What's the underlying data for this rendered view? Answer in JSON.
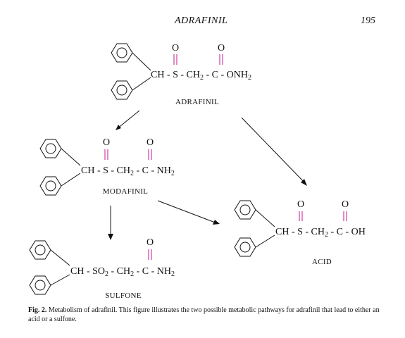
{
  "header": {
    "title": "ADRAFINIL",
    "page_number": "195"
  },
  "structures": {
    "adrafinil": {
      "formula": "CH - S - CH",
      "sub": "2",
      "rest": " - C - ONH",
      "sub2": "2",
      "o1": "O",
      "o2": "O",
      "name": "ADRAFINIL"
    },
    "modafinil": {
      "formula": "CH - S - CH",
      "sub": "2",
      "rest": " - C - NH",
      "sub2": "2",
      "o1": "O",
      "o2": "O",
      "name": "MODAFINIL"
    },
    "acid": {
      "formula": "CH - S - CH",
      "sub": "2",
      "rest": " - C - OH",
      "o1": "O",
      "o2": "O",
      "name": "ACID"
    },
    "sulfone": {
      "pre": "CH - SO",
      "sub1": "2",
      "mid": " - CH",
      "sub2": "2",
      "rest": " - C - NH",
      "sub3": "2",
      "o1": "O",
      "name": "SULFONE"
    }
  },
  "caption": {
    "label": "Fig. 2.",
    "text": " Metabolism of adrafinil. This figure illustrates the two possible metabolic pathways for adrafinil that lead to either an acid or a sulfone."
  },
  "colors": {
    "double_bond": "#c0188e",
    "ink": "#111111"
  }
}
